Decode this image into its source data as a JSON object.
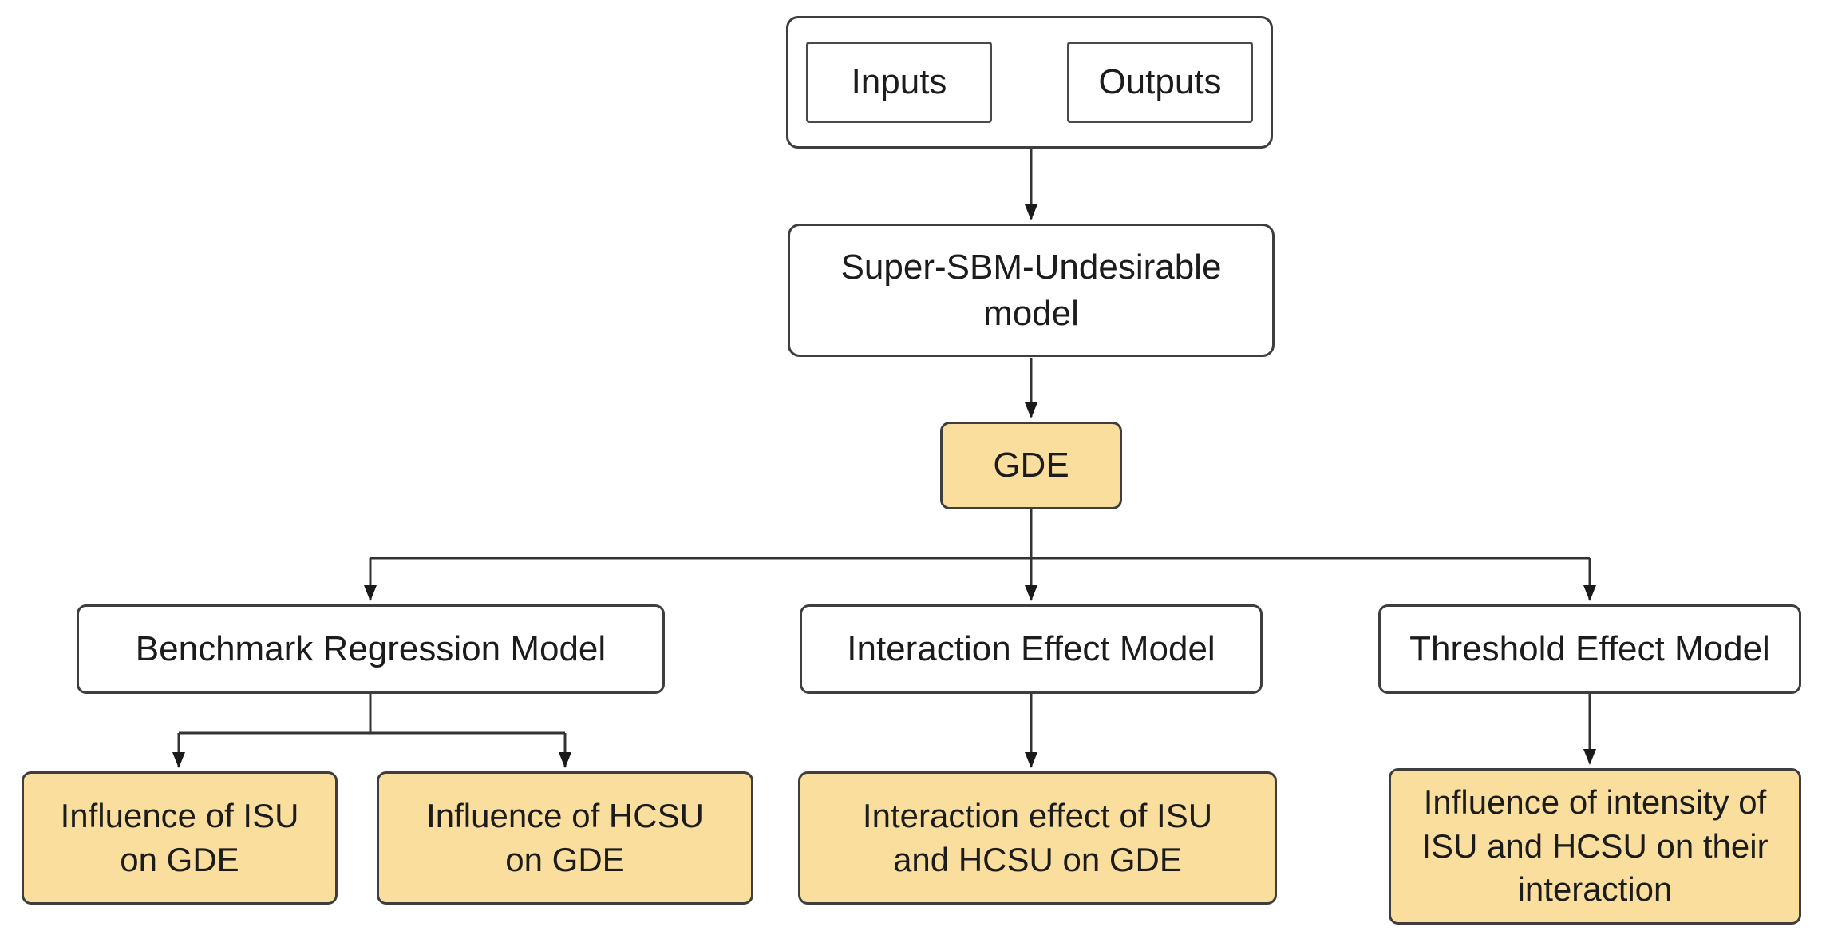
{
  "flowchart": {
    "nodes": {
      "inputs": "Inputs",
      "outputs": "Outputs",
      "super_sbm": "Super-SBM-Undesirable\nmodel",
      "gde": "GDE",
      "benchmark": "Benchmark Regression Model",
      "interaction": "Interaction Effect Model",
      "threshold": "Threshold Effect Model",
      "influence_isu": "Influence of ISU\non GDE",
      "influence_hcsu": "Influence of HCSU\non GDE",
      "interaction_effect": "Interaction effect of ISU\nand HCSU on GDE",
      "intensity_influence": "Influence of intensity of\nISU and HCSU on their\ninteraction"
    },
    "colors": {
      "highlight_fill": "#f9de9d",
      "node_fill": "#ffffff",
      "border": "#3e3e3e",
      "line": "#333333",
      "text": "#1c1c1c",
      "background": "#ffffff"
    }
  }
}
